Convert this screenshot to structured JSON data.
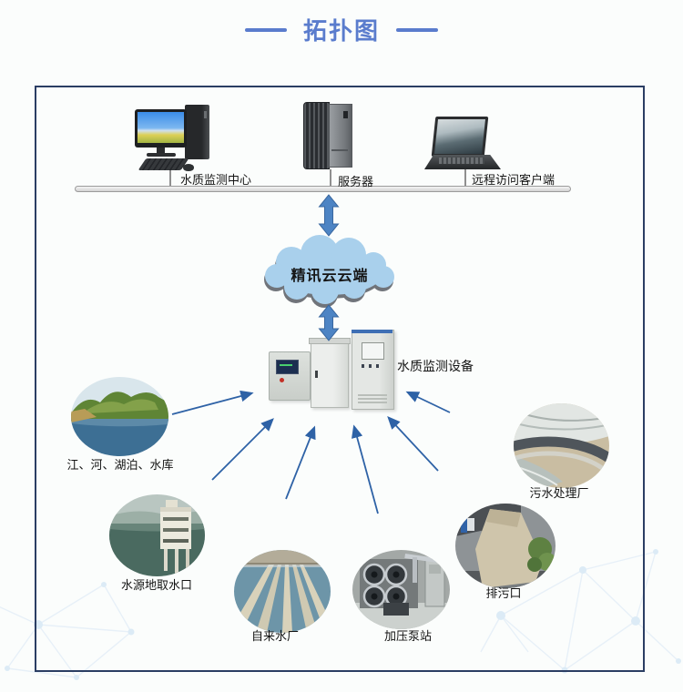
{
  "page": {
    "title": "拓扑图"
  },
  "colors": {
    "accent_blue": "#5a7ccd",
    "panel_border": "#2b3e63",
    "thin_arrow": "#2e62a6",
    "thick_arrow": "#4d84c4",
    "cloud_fill": "#a9d0ec",
    "bus_gray": "#d2d2d2"
  },
  "top_row": {
    "devices": [
      {
        "id": "monitoring-center",
        "icon": "desktop-computer",
        "label": "水质监测中心"
      },
      {
        "id": "server",
        "icon": "server-tower",
        "label": "服务器"
      },
      {
        "id": "remote-client",
        "icon": "laptop",
        "label": "远程访问客户端"
      }
    ]
  },
  "cloud": {
    "label": "精讯云云端"
  },
  "equipment": {
    "label": "水质监测设备",
    "icon": "monitoring-cabinets"
  },
  "sources": [
    {
      "id": "rivers-lakes-reservoirs",
      "label": "江、河、湖泊、水库"
    },
    {
      "id": "water-source-intake",
      "label": "水源地取水口"
    },
    {
      "id": "tap-water-plant",
      "label": "自来水厂"
    },
    {
      "id": "booster-pump-station",
      "label": "加压泵站"
    },
    {
      "id": "sewage-outlet",
      "label": "排污口"
    },
    {
      "id": "sewage-treatment-plant",
      "label": "污水处理厂"
    }
  ]
}
